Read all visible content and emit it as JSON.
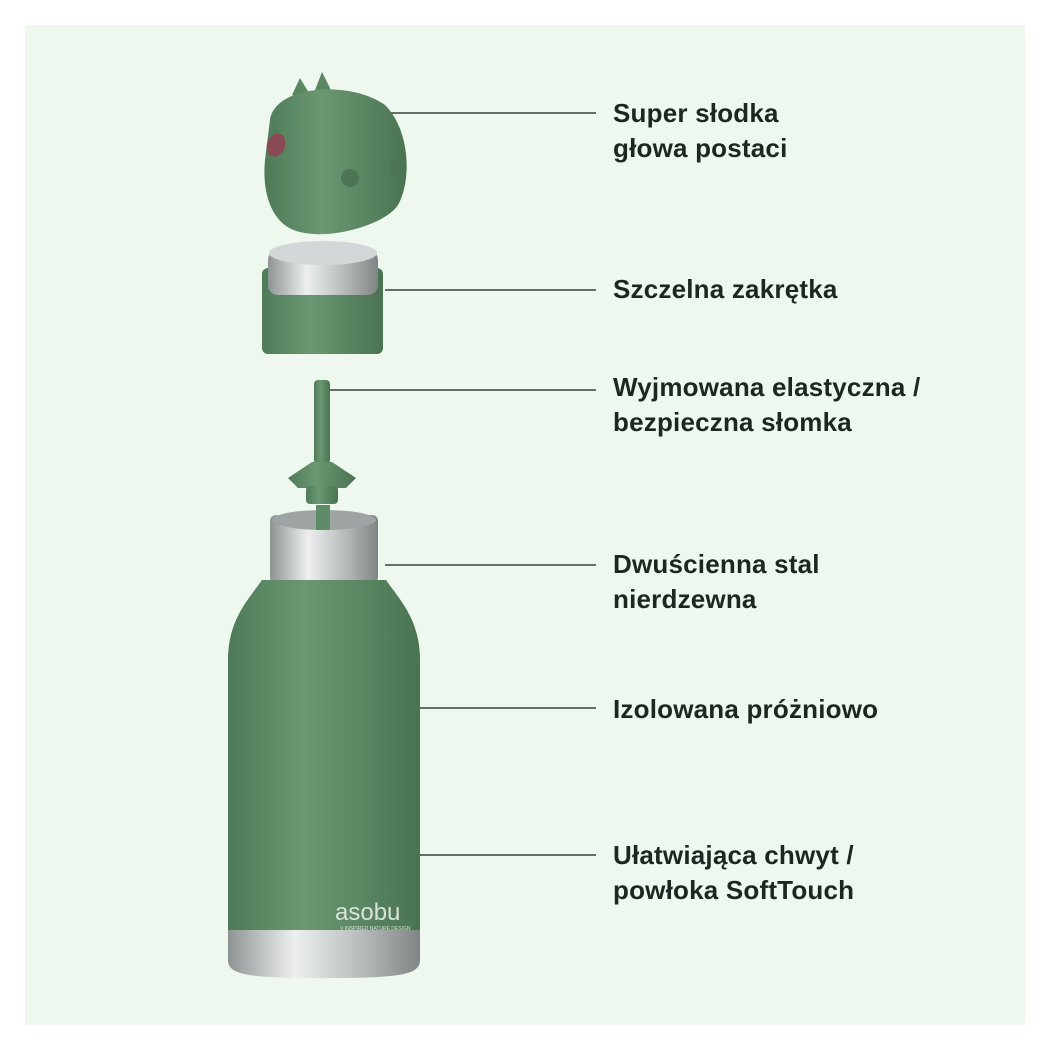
{
  "features": [
    {
      "lines": [
        "Super słodka",
        "głowa postaci"
      ]
    },
    {
      "lines": [
        "Szczelna zakrętka"
      ]
    },
    {
      "lines": [
        "Wyjmowana elastyczna /",
        "bezpieczna słomka"
      ]
    },
    {
      "lines": [
        "Dwuścienna stal",
        "nierdzewna"
      ]
    },
    {
      "lines": [
        "Izolowana próżniowo"
      ]
    },
    {
      "lines": [
        "Ułatwiająca chwyt /",
        "powłoka SoftTouch"
      ]
    }
  ],
  "brand": {
    "logo": "asobu",
    "tagline": "V INSPIRED NATURE DESIGN"
  },
  "colors": {
    "background": "#eef8ef",
    "product_green": "#5f8c68",
    "steel": "#c9cccc",
    "text": "#1d2620",
    "leader_line": "#3a3f3b"
  }
}
